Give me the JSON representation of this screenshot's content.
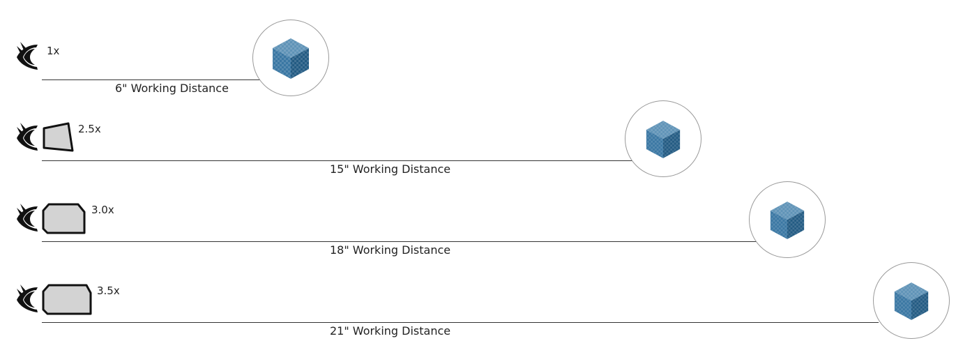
{
  "rows": [
    {
      "magnification": "1x",
      "distance_label": "6\" Working Distance"
    },
    {
      "magnification": "2.5x",
      "distance_label": "15\" Working Distance"
    },
    {
      "magnification": "3.0x",
      "distance_label": "18\" Working Distance"
    },
    {
      "magnification": "3.5x",
      "distance_label": "21\" Working Distance"
    }
  ],
  "colors": {
    "cube_top": "#5f93b7",
    "cube_left": "#3a77a3",
    "cube_right": "#235b83",
    "lens_fill": "#d3d3d3",
    "lens_stroke": "#111111"
  },
  "icons": {
    "eye": "eye-icon",
    "lens": "loupe-lens-icon",
    "object": "cube-icon"
  }
}
